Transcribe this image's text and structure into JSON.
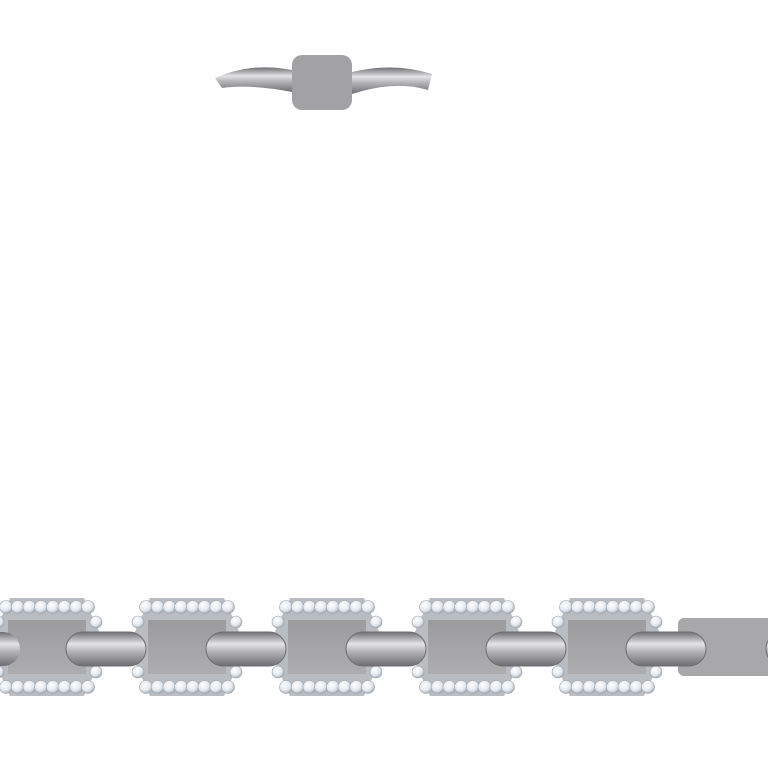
{
  "scene": {
    "subject": "bracelet",
    "background_color": "#ffffff",
    "metal_color": "#a9a9ab",
    "metal_highlight": "#e4e4e6",
    "metal_shadow": "#6e6e72",
    "gem_color": "#eef2f6",
    "gem_edge": "#9aa3ad",
    "inner_fill": "#a6a6a8",
    "link_count_pave": 5,
    "link_count_plain": 1
  }
}
